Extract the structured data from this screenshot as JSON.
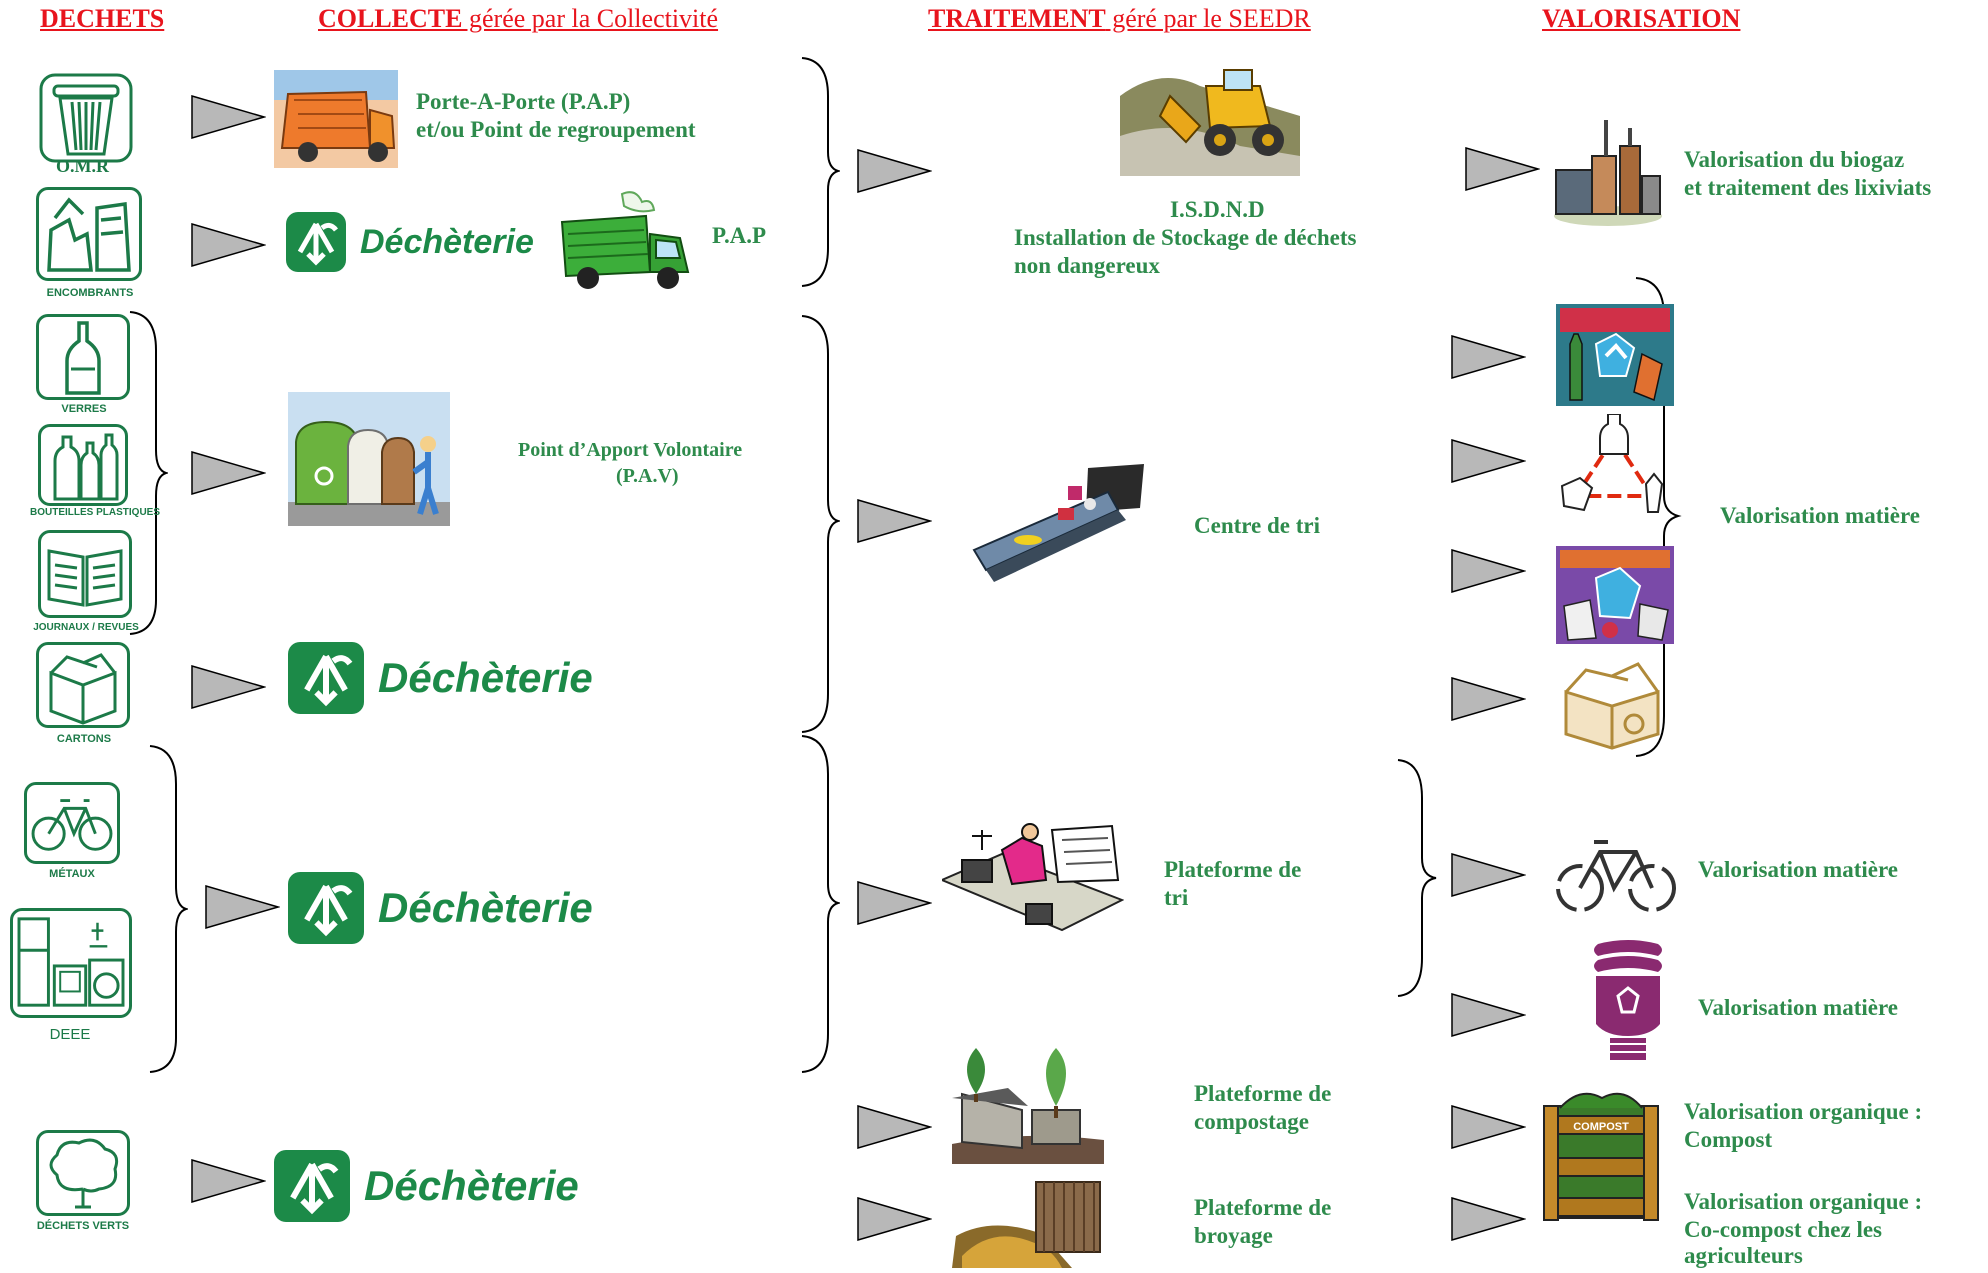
{
  "headers": {
    "dechets": "DECHETS",
    "collecte": "COLLECTE",
    "collecte_sub": " gérée par la Collectivité",
    "traitement": "TRAITEMENT",
    "traitement_sub": " géré par le SEEDR",
    "valorisation": "VALORISATION"
  },
  "waste": {
    "omr": "O.M.R",
    "encombrants": "ENCOMBRANTS",
    "verres": "VERRES",
    "bouteilles": "BOUTEILLES PLASTIQUES",
    "journaux": "JOURNAUX / REVUES",
    "cartons": "CARTONS",
    "metaux": "MÉTAUX",
    "deee": "DEEE",
    "dechets_verts": "DÉCHETS VERTS"
  },
  "collecte": {
    "pap_line1": "Porte-A-Porte (P.A.P)",
    "pap_line2": "et/ou Point de regroupement",
    "pap_short": "P.A.P",
    "pav_line1": "Point d’Apport Volontaire",
    "pav_line2": "(P.A.V)",
    "decheterie": "Déchèterie"
  },
  "traitement": {
    "isdnd_title": "I.S.D.N.D",
    "isdnd_line1": "Installation de Stockage de déchets",
    "isdnd_line2": "non dangereux",
    "centre_tri": "Centre de tri",
    "plateforme_tri_1": "Plateforme de",
    "plateforme_tri_2": "tri",
    "compostage_1": "Plateforme de",
    "compostage_2": "compostage",
    "broyage_1": "Plateforme de",
    "broyage_2": "broyage"
  },
  "valorisation": {
    "biogaz_1": "Valorisation du biogaz",
    "biogaz_2": "et traitement des lixiviats",
    "matiere": "Valorisation matière",
    "organique_1": "Valorisation organique :",
    "compost": "Compost",
    "cocompost_1": "Co-compost chez les",
    "cocompost_2": "agriculteurs",
    "compost_sign": "COMPOST"
  },
  "colors": {
    "header_red": "#e8141d",
    "label_green": "#2e8b4c",
    "icon_green": "#1c7a48",
    "arrow_gray": "#b8b8b8"
  }
}
